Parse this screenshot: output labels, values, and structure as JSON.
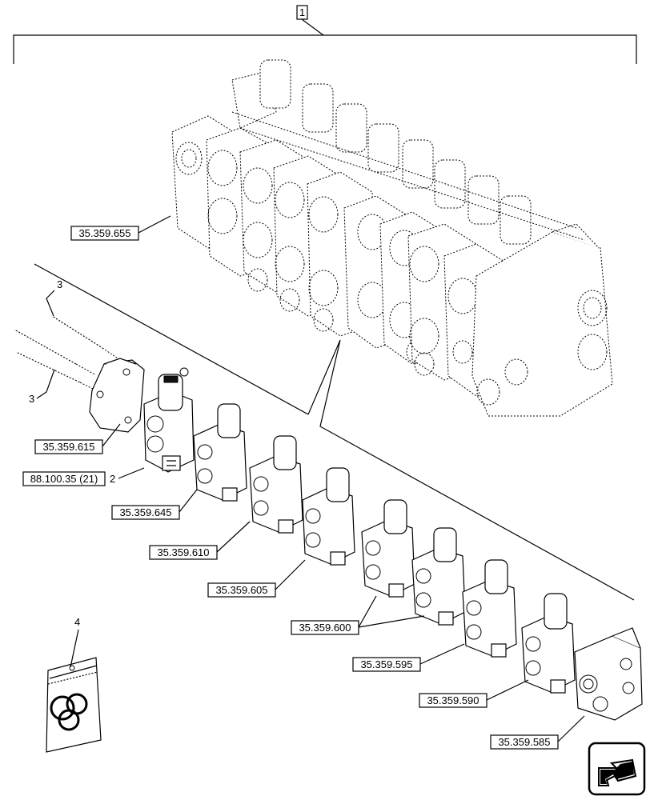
{
  "callouts": {
    "assembly": "1",
    "body_assembly": "35.359.655",
    "tie_rod_top": "3",
    "tie_rod_bottom": "3",
    "end_plate": "35.359.615",
    "section_kit": "88.100.35 (21)",
    "section_item": "2",
    "section_645": "35.359.645",
    "section_610": "35.359.610",
    "section_605": "35.359.605",
    "section_600": "35.359.600",
    "section_595": "35.359.595",
    "section_590": "35.359.590",
    "inlet_585": "35.359.585",
    "seal_kit": "4"
  },
  "nav": {
    "icon": "arrow-back-icon"
  }
}
